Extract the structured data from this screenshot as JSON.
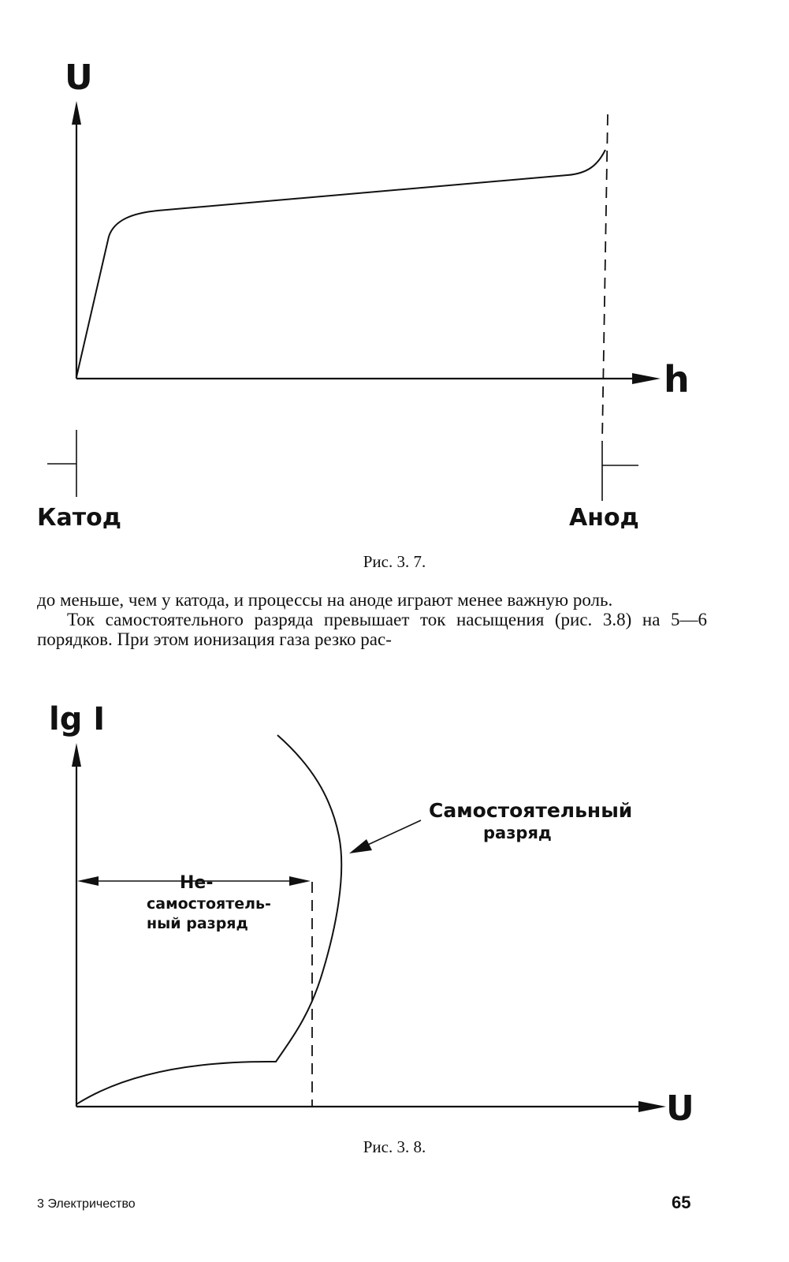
{
  "figure1": {
    "y_axis_label": "U",
    "x_axis_label": "h",
    "cathode_label": "Катод",
    "anode_label": "Анод",
    "caption": "Рис. 3. 7."
  },
  "paragraphs": [
    "до меньше, чем у катода, и процессы на аноде играют менее важную роль.",
    "Ток самостоятельного разряда превышает ток насыщения (рис. 3.8) на 5—6 порядков. При этом ионизация газа резко рас-"
  ],
  "figure2": {
    "y_axis_label": "lg I",
    "x_axis_label": "U",
    "self_discharge_label_line1": "Самостоятельный",
    "self_discharge_label_line2": "разряд",
    "non_self_label_line1": "Не-",
    "non_self_label_line2": "самостоятель-",
    "non_self_label_line3": "ный разряд",
    "caption": "Рис. 3. 8."
  },
  "footer": {
    "left": "3 Электричество",
    "page_number": "65"
  }
}
